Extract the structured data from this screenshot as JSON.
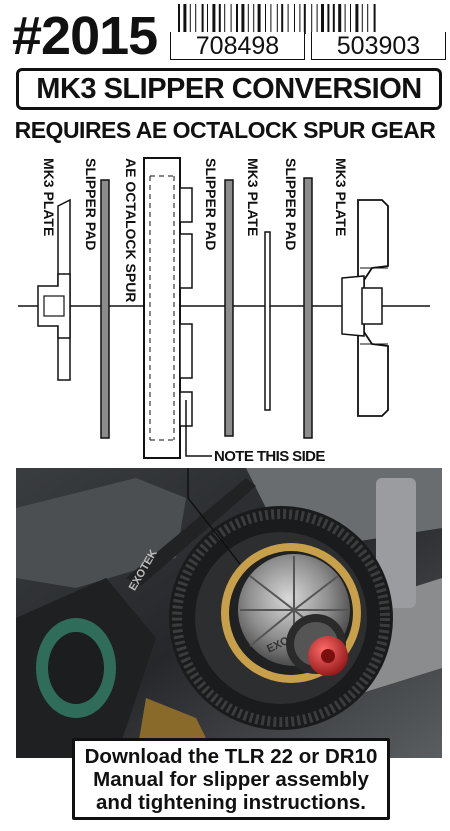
{
  "header": {
    "part_number": "#2015",
    "barcode_left": "708498",
    "barcode_right": "503903",
    "title": "MK3 SLIPPER CONVERSION",
    "requirement": "REQUIRES AE OCTALOCK SPUR GEAR"
  },
  "diagram": {
    "labels": {
      "mk3_plate_left": "MK3 PLATE",
      "slipper_pad_left": "SLIPPER PAD",
      "octalock_spur": "AE OCTALOCK SPUR",
      "slipper_pad_mid": "SLIPPER PAD",
      "mk3_plate_mid": "MK3 PLATE",
      "slipper_pad_right": "SLIPPER PAD",
      "mk3_plate_right": "MK3 PLATE"
    },
    "note": "NOTE THIS SIDE"
  },
  "photo": {
    "gear_marking": "EXOTEK",
    "hub_marking": "EXOTEK"
  },
  "callout": {
    "text": "Download the TLR 22 or DR10\nManual for slipper assembly\nand tightening instructions."
  },
  "colors": {
    "ink": "#111111",
    "pad_gray": "#8c8c8c",
    "photo_dark": "#2a2c2e",
    "gold": "#c8a04a",
    "red_nut": "#c0282a"
  }
}
